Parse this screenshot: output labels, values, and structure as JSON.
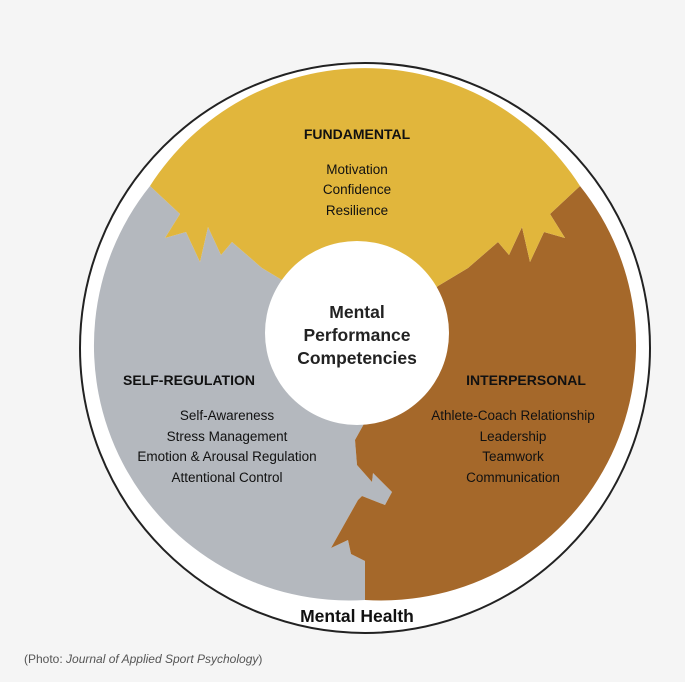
{
  "center": {
    "lines": [
      "Mental",
      "Performance",
      "Competencies"
    ]
  },
  "outer_label": "Mental Health",
  "segments": {
    "fundamental": {
      "title": "FUNDAMENTAL",
      "items": [
        "Motivation",
        "Confidence",
        "Resilience"
      ],
      "color": "#E1B63C"
    },
    "self_regulation": {
      "title": "SELF-REGULATION",
      "items": [
        "Self-Awareness",
        "Stress Management",
        "Emotion & Arousal Regulation",
        "Attentional Control"
      ],
      "color": "#B4B8BE"
    },
    "interpersonal": {
      "title": "INTERPERSONAL",
      "items": [
        "Athlete-Coach Relationship",
        "Leadership",
        "Teamwork",
        "Communication"
      ],
      "color": "#A5682A"
    }
  },
  "caption": {
    "open": "(Photo: ",
    "source": "Journal of Applied Sport Psychology",
    "close": ")"
  }
}
